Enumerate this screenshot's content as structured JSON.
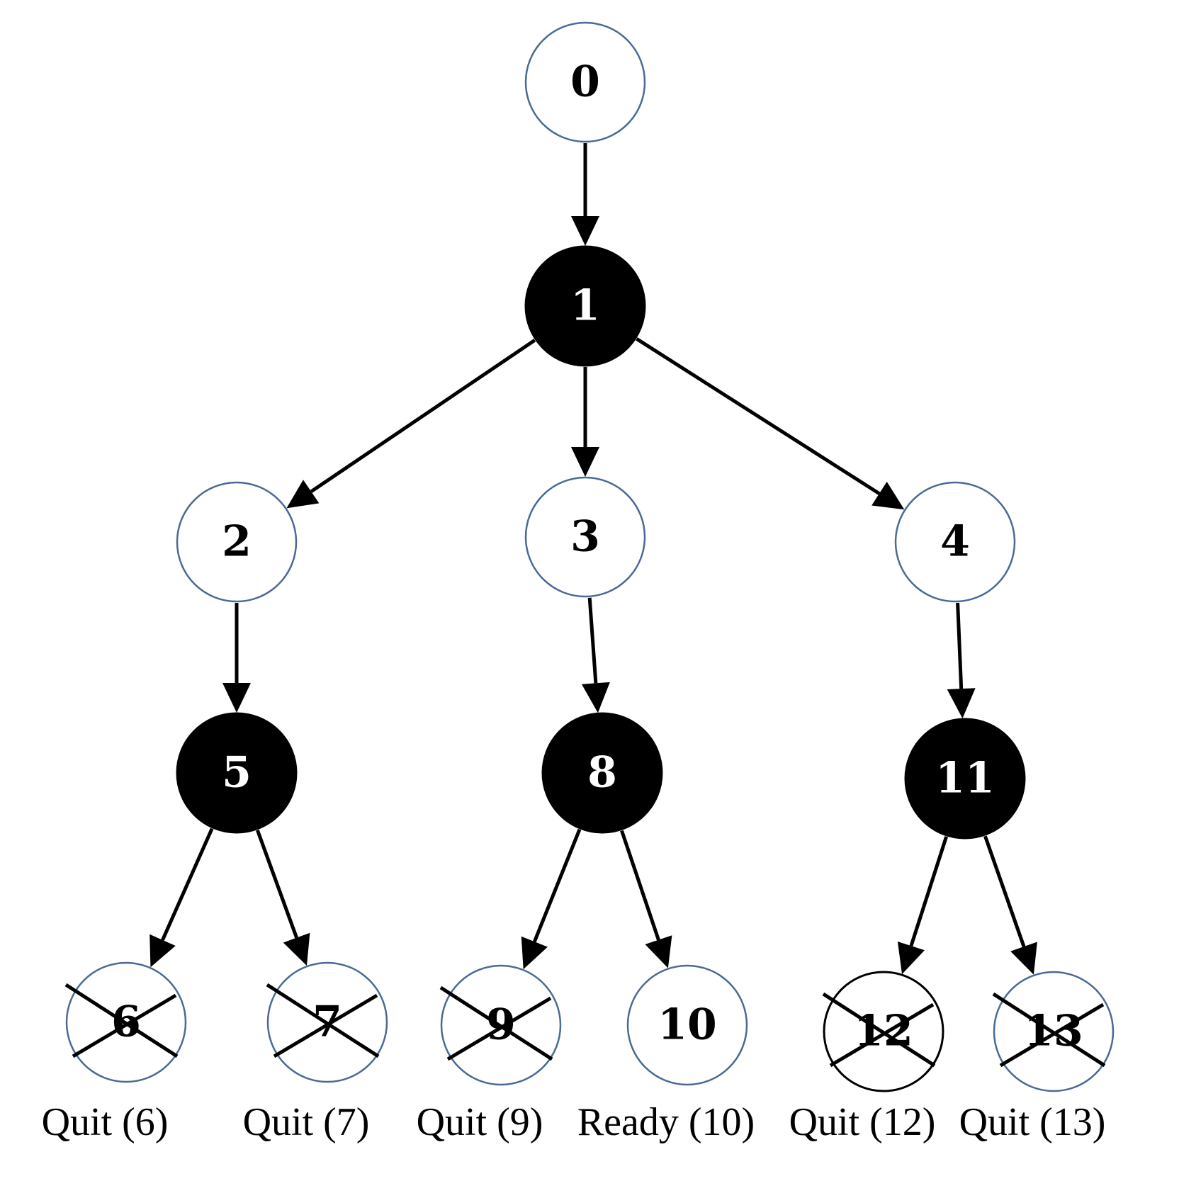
{
  "nodes": [
    {
      "id": "0",
      "label": "0",
      "style": "open"
    },
    {
      "id": "1",
      "label": "1",
      "style": "filled"
    },
    {
      "id": "2",
      "label": "2",
      "style": "open"
    },
    {
      "id": "3",
      "label": "3",
      "style": "open"
    },
    {
      "id": "4",
      "label": "4",
      "style": "open"
    },
    {
      "id": "5",
      "label": "5",
      "style": "filled"
    },
    {
      "id": "8",
      "label": "8",
      "style": "filled"
    },
    {
      "id": "11",
      "label": "11",
      "style": "filled"
    },
    {
      "id": "6",
      "label": "6",
      "style": "open",
      "crossed": true
    },
    {
      "id": "7",
      "label": "7",
      "style": "open",
      "crossed": true
    },
    {
      "id": "9",
      "label": "9",
      "style": "open",
      "crossed": true
    },
    {
      "id": "10",
      "label": "10",
      "style": "open",
      "crossed": false
    },
    {
      "id": "12",
      "label": "12",
      "style": "open-dark",
      "crossed": true
    },
    {
      "id": "13",
      "label": "13",
      "style": "open",
      "crossed": true
    }
  ],
  "edges": [
    {
      "from": "0",
      "to": "1"
    },
    {
      "from": "1",
      "to": "2"
    },
    {
      "from": "1",
      "to": "3"
    },
    {
      "from": "1",
      "to": "4"
    },
    {
      "from": "2",
      "to": "5"
    },
    {
      "from": "3",
      "to": "8"
    },
    {
      "from": "4",
      "to": "11"
    },
    {
      "from": "5",
      "to": "6"
    },
    {
      "from": "5",
      "to": "7"
    },
    {
      "from": "8",
      "to": "9"
    },
    {
      "from": "8",
      "to": "10"
    },
    {
      "from": "11",
      "to": "12"
    },
    {
      "from": "11",
      "to": "13"
    }
  ],
  "leaf_labels": [
    {
      "node": "6",
      "text": "Quit (6)"
    },
    {
      "node": "7",
      "text": "Quit (7)"
    },
    {
      "node": "9",
      "text": "Quit (9)"
    },
    {
      "node": "10",
      "text": "Ready (10)"
    },
    {
      "node": "12",
      "text": "Quit (12)"
    },
    {
      "node": "13",
      "text": "Quit (13)"
    }
  ],
  "colors": {
    "open_stroke": "#4a6a96",
    "open_dark_stroke": "#000000",
    "open_fill": "#ffffff",
    "filled_fill": "#000000",
    "filled_text": "#ffffff",
    "open_text": "#000000",
    "edge": "#000000"
  }
}
